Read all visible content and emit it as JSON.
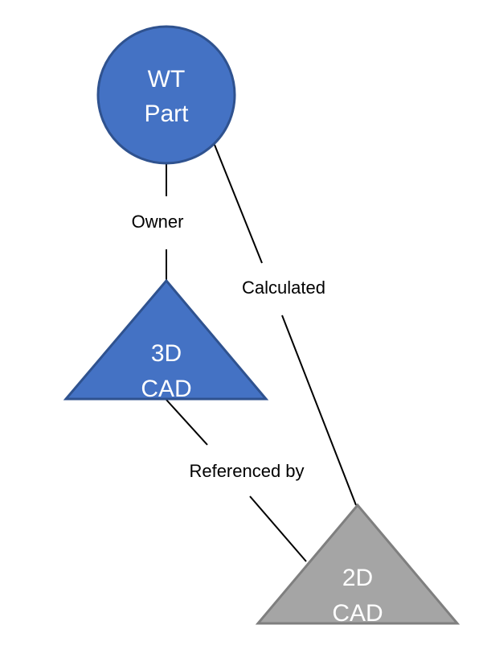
{
  "nodes": {
    "wt_part": {
      "line1": "WT",
      "line2": "Part",
      "shape": "circle",
      "fill": "#4472C4",
      "stroke": "#2F528F"
    },
    "cad_3d": {
      "line1": "3D",
      "line2": "CAD",
      "shape": "triangle",
      "fill": "#4472C4",
      "stroke": "#2F528F"
    },
    "cad_2d": {
      "line1": "2D",
      "line2": "CAD",
      "shape": "triangle",
      "fill": "#A5A5A5",
      "stroke": "#7F7F7F"
    }
  },
  "edges": {
    "owner": {
      "label": "Owner",
      "from": "WT Part",
      "to": "3D CAD"
    },
    "calculated": {
      "label": "Calculated",
      "from": "WT Part",
      "to": "2D CAD"
    },
    "referenced_by": {
      "label": "Referenced by",
      "from": "3D CAD",
      "to": "2D CAD"
    }
  }
}
